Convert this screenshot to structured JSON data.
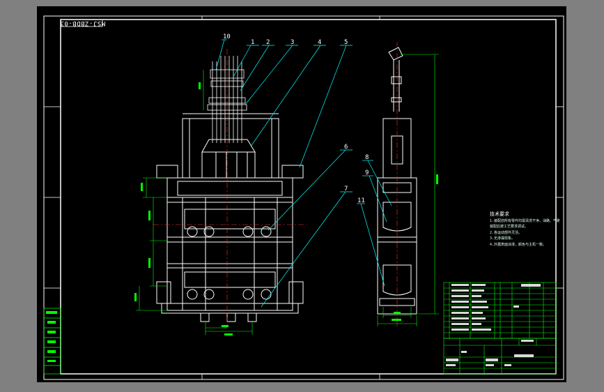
{
  "drawing": {
    "sheet_label": "MSJ-ZBDB-03",
    "part_callouts": [
      "10",
      "1",
      "2",
      "3",
      "4",
      "5",
      "6",
      "7",
      "8",
      "9",
      "11"
    ],
    "tech_requirements": {
      "title": "技术要求",
      "lines": [
        "1.装配前所有零件均需清洗干净，油路、气路畅通",
        "装配后按工艺要求调试。",
        "2.各运动部件灵活。",
        "3.无渗漏现象。",
        "4.外露表面涂漆，颜色与主机一致。"
      ]
    },
    "colors": {
      "background": "#000000",
      "frame": "#ffffff",
      "leader": "#00ffff",
      "dimension": "#00ff00",
      "text": "#ffffff"
    }
  }
}
